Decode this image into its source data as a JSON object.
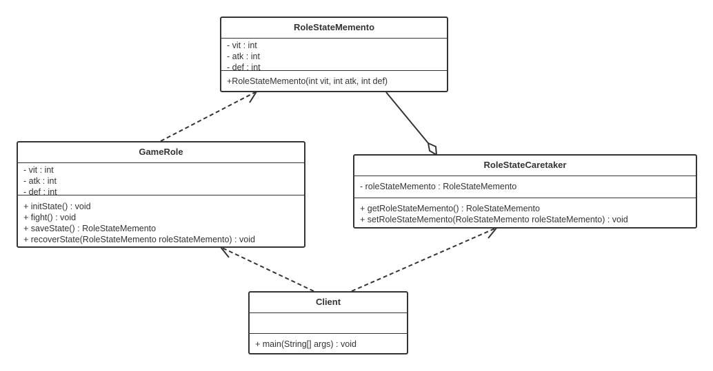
{
  "classes": {
    "memento": {
      "name": "RoleStateMemento",
      "attributes": [
        "- vit : int",
        "- atk : int",
        "- def : int"
      ],
      "methods": [
        "+RoleStateMemento(int vit, int atk, int def)"
      ]
    },
    "game_role": {
      "name": "GameRole",
      "attributes": [
        "- vit : int",
        "- atk : int",
        "- def : int"
      ],
      "methods": [
        "+ initState() : void",
        "+ fight() : void",
        "+ saveState() : RoleStateMemento",
        "+ recoverState(RoleStateMemento roleStateMemento) : void"
      ]
    },
    "caretaker": {
      "name": "RoleStateCaretaker",
      "attributes": [
        "- roleStateMemento : RoleStateMemento"
      ],
      "methods": [
        "+ getRoleStateMemento() : RoleStateMemento",
        "+ setRoleStateMemento(RoleStateMemento roleStateMemento) : void"
      ]
    },
    "client": {
      "name": "Client",
      "attributes": [],
      "methods": [
        "+ main(String[] args) : void"
      ]
    }
  },
  "relations": [
    {
      "from": "game_role",
      "to": "memento",
      "kind": "dependency"
    },
    {
      "from": "caretaker",
      "to": "memento",
      "kind": "aggregation"
    },
    {
      "from": "client",
      "to": "game_role",
      "kind": "dependency"
    },
    {
      "from": "client",
      "to": "caretaker",
      "kind": "dependency"
    }
  ],
  "colors": {
    "stroke": "#333333",
    "background": "#ffffff"
  }
}
